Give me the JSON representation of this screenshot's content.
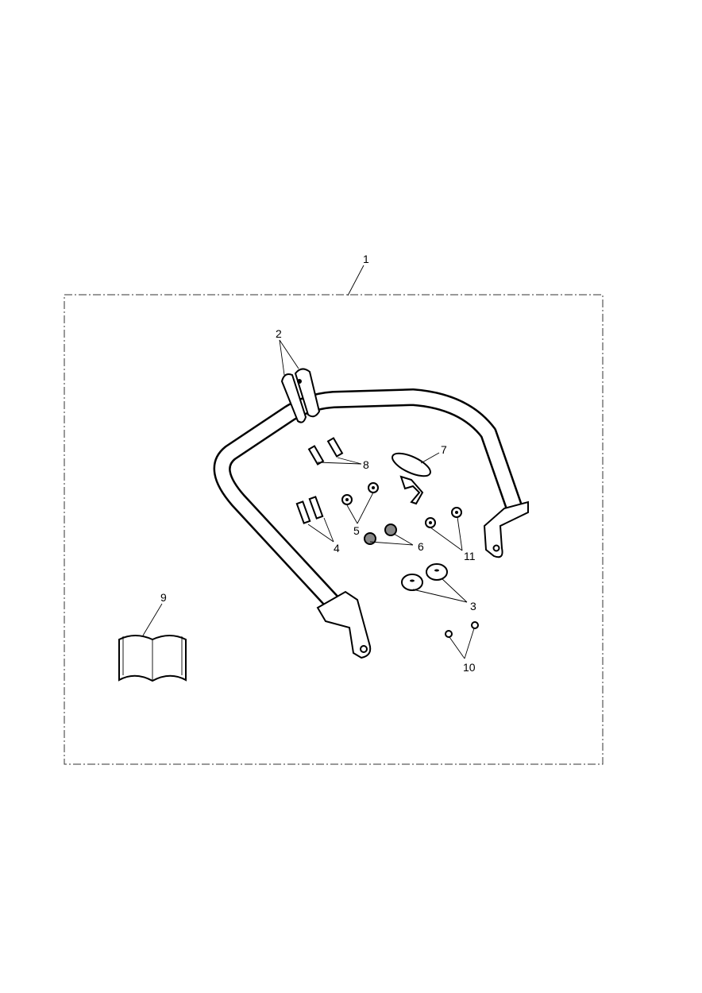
{
  "diagram": {
    "type": "exploded parts diagram",
    "callouts": [
      {
        "id": "1",
        "label": "1"
      },
      {
        "id": "2",
        "label": "2"
      },
      {
        "id": "3",
        "label": "3"
      },
      {
        "id": "4",
        "label": "4"
      },
      {
        "id": "5",
        "label": "5"
      },
      {
        "id": "6",
        "label": "6"
      },
      {
        "id": "7",
        "label": "7"
      },
      {
        "id": "8",
        "label": "8"
      },
      {
        "id": "9",
        "label": "9"
      },
      {
        "id": "10",
        "label": "10"
      },
      {
        "id": "11",
        "label": "11"
      }
    ],
    "colors": {
      "line": "#000000",
      "background": "#ffffff"
    }
  }
}
